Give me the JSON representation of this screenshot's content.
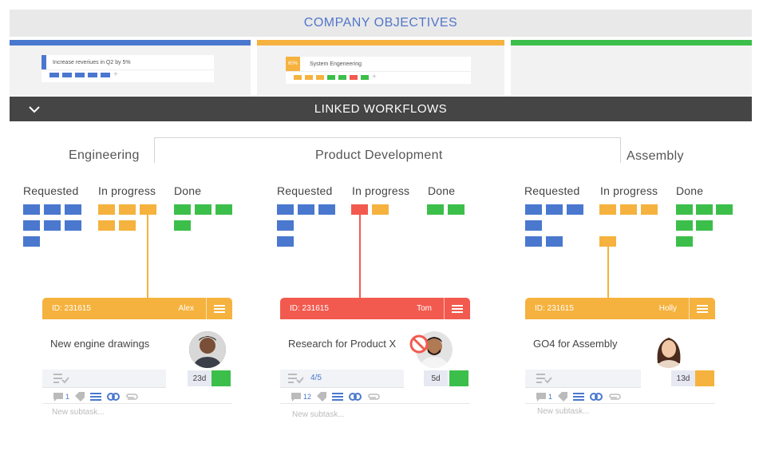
{
  "objectives": {
    "title": "COMPANY OBJECTIVES",
    "panels": [
      {
        "color": "#4a78cf",
        "title": "Increase reveriues in Q2 by 5%",
        "chip_colors": [
          "#4a78cf",
          "#4a78cf",
          "#4a78cf",
          "#4a78cf",
          "#4a78cf"
        ]
      },
      {
        "color": "#f5b23e",
        "pct": "60%",
        "title": "System Engeneering",
        "chip_colors": [
          "#f5b23e",
          "#f5b23e",
          "#f5b23e",
          "#3cbf4a",
          "#3cbf4a",
          "#f25a4f",
          "#3cbf4a"
        ]
      },
      {
        "color": "#3cbf4a"
      }
    ],
    "add_symbol": "+"
  },
  "workflows": {
    "title": "LINKED WORKFLOWS",
    "collapse_icon": "chevron-down-icon",
    "columns": [
      "Requested",
      "In progress",
      "Done"
    ],
    "groups": [
      {
        "name": "Engineering"
      },
      {
        "name": "Product Development"
      },
      {
        "name": "Assembly"
      }
    ]
  },
  "cards": [
    {
      "id": "ID: 231615",
      "assignee": "Alex",
      "title": "New engine drawings",
      "days": "23d",
      "comments": "1",
      "header_color": "#f5b23e",
      "status_color": "#3cbf4a"
    },
    {
      "id": "ID: 231615",
      "assignee": "Tom",
      "title": "Research for Product X",
      "days": "5d",
      "comments": "12",
      "progress": "4/5",
      "header_color": "#f25a4f",
      "status_color": "#3cbf4a",
      "blocked_icon": "no-entry-icon"
    },
    {
      "id": "ID: 231615",
      "assignee": "Holly",
      "title": "GO4 for Assembly",
      "days": "13d",
      "comments": "1",
      "header_color": "#f5b23e",
      "status_color": "#f5b23e"
    }
  ],
  "new_subtask_placeholder": "New subtask..."
}
